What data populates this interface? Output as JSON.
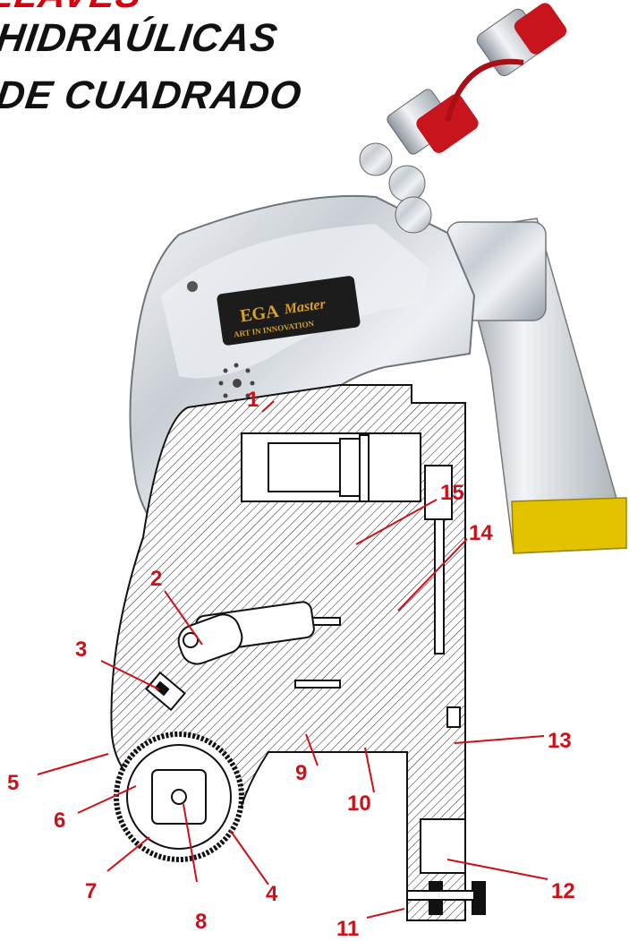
{
  "title": {
    "line1": "LLAVES",
    "line2": "HIDRAÚLICAS",
    "line3": "DE CUADRADO"
  },
  "brand": {
    "logo_main": "EGA",
    "logo_script": "Master",
    "tagline": "ART IN INNOVATION"
  },
  "callouts": [
    "1",
    "2",
    "3",
    "4",
    "5",
    "6",
    "7",
    "8",
    "9",
    "10",
    "11",
    "12",
    "13",
    "14",
    "15"
  ],
  "colors": {
    "callout_red": "#cc1118",
    "coupler_red": "#c8141c",
    "tip_yellow": "#e3c200",
    "chrome": "#cfd4da"
  }
}
